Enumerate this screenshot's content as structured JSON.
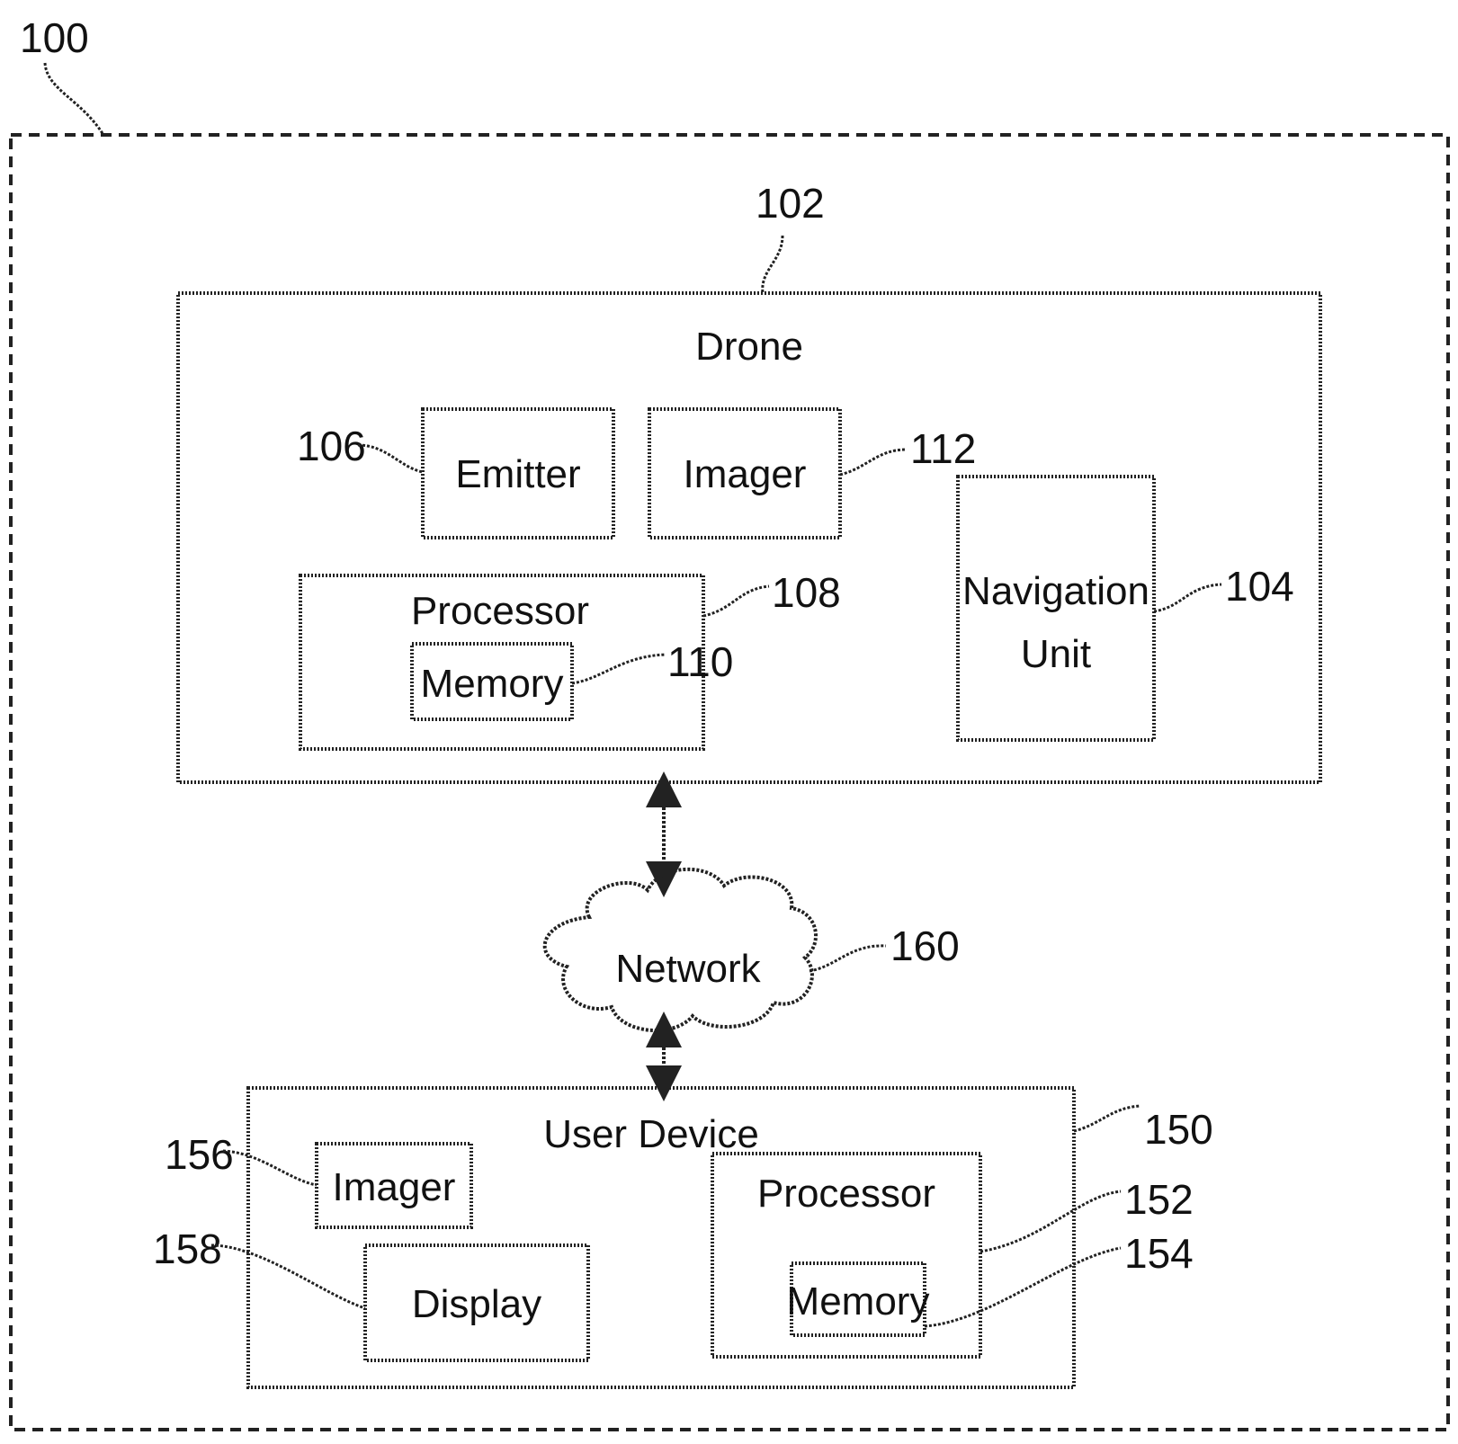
{
  "diagram": {
    "system_ref": "100",
    "drone": {
      "ref": "102",
      "title": "Drone",
      "emitter": {
        "ref": "106",
        "label": "Emitter"
      },
      "imager": {
        "ref": "112",
        "label": "Imager"
      },
      "processor": {
        "ref": "108",
        "label": "Processor"
      },
      "memory": {
        "ref": "110",
        "label": "Memory"
      },
      "navigation_unit": {
        "ref": "104",
        "label_line1": "Navigation",
        "label_line2": "Unit"
      }
    },
    "network": {
      "ref": "160",
      "label": "Network"
    },
    "user_device": {
      "ref": "150",
      "title": "User Device",
      "imager": {
        "ref": "156",
        "label": "Imager"
      },
      "display": {
        "ref": "158",
        "label": "Display"
      },
      "processor": {
        "ref": "152",
        "label": "Processor"
      },
      "memory": {
        "ref": "154",
        "label": "Memory"
      }
    }
  }
}
